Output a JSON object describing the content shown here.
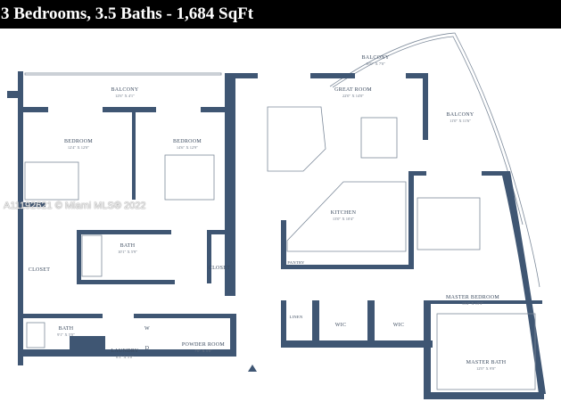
{
  "header": {
    "title": "3 Bedrooms, 3.5 Baths -  1,684 SqFt"
  },
  "watermark": "A11192621 © Miami MLS® 2022",
  "colors": {
    "wall": "#3f5673",
    "header_bg": "#000000"
  },
  "rooms": {
    "balcony_left": {
      "name": "BALCONY",
      "dim": "12'6\" X 4'1\""
    },
    "balcony_top": {
      "name": "BALCONY",
      "dim": "16'0\" X 7'0\""
    },
    "balcony_right": {
      "name": "BALCONY",
      "dim": "11'0\" X 11'6\""
    },
    "great_room": {
      "name": "GREAT ROOM",
      "dim": "22'0\" X 14'0\""
    },
    "bedroom_1": {
      "name": "BEDROOM",
      "dim": "12'4\" X 12'0\""
    },
    "bedroom_2": {
      "name": "BEDROOM",
      "dim": "14'6\" X 12'9\""
    },
    "kitchen": {
      "name": "KITCHEN",
      "dim": "13'0\" X 10'4\""
    },
    "bath_1": {
      "name": "BATH",
      "dim": "10'1\" X 5'9\""
    },
    "bath_2": {
      "name": "BATH",
      "dim": "9'1\" X 5'0\""
    },
    "closet_1": {
      "name": "CLOSET"
    },
    "closet_2": {
      "name": "CLOSET"
    },
    "pantry": {
      "name": "PANTRY"
    },
    "linen": {
      "name": "LINEN"
    },
    "wic_1": {
      "name": "WIC"
    },
    "wic_2": {
      "name": "WIC"
    },
    "laundry": {
      "name": "LAUNDRY",
      "dim": "6'3\" X 5'0\""
    },
    "powder_room": {
      "name": "POWDER ROOM",
      "dim": "7'0\" X 5'0\""
    },
    "master_bedroom": {
      "name": "MASTER BEDROOM",
      "dim": "13'2\" X 15'3\""
    },
    "master_bath": {
      "name": "MASTER BATH",
      "dim": "12'0\" X 9'0\""
    },
    "washer": "W",
    "dryer": "D"
  }
}
